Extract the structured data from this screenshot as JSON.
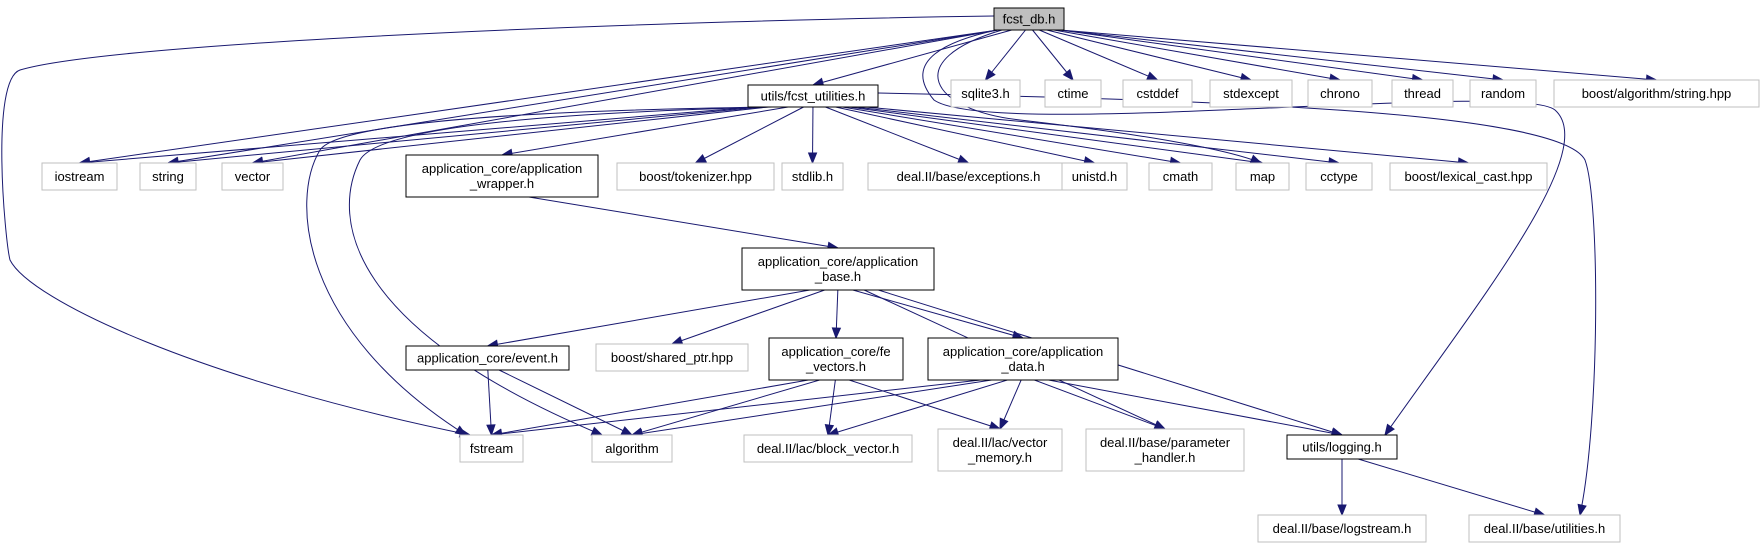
{
  "diagram": {
    "nodes": [
      {
        "id": "fcst_db",
        "lines": [
          "fcst_db.h"
        ],
        "style": "root"
      },
      {
        "id": "fcst_utilities",
        "lines": [
          "utils/fcst_utilities.h"
        ],
        "style": "documented"
      },
      {
        "id": "sqlite3",
        "lines": [
          "sqlite3.h"
        ],
        "style": "external"
      },
      {
        "id": "ctime",
        "lines": [
          "ctime"
        ],
        "style": "external"
      },
      {
        "id": "cstddef",
        "lines": [
          "cstddef"
        ],
        "style": "external"
      },
      {
        "id": "stdexcept",
        "lines": [
          "stdexcept"
        ],
        "style": "external"
      },
      {
        "id": "chrono",
        "lines": [
          "chrono"
        ],
        "style": "external"
      },
      {
        "id": "thread",
        "lines": [
          "thread"
        ],
        "style": "external"
      },
      {
        "id": "random",
        "lines": [
          "random"
        ],
        "style": "external"
      },
      {
        "id": "boost_algorithm_string",
        "lines": [
          "boost/algorithm/string.hpp"
        ],
        "style": "external"
      },
      {
        "id": "iostream",
        "lines": [
          "iostream"
        ],
        "style": "external"
      },
      {
        "id": "string",
        "lines": [
          "string"
        ],
        "style": "external"
      },
      {
        "id": "vector",
        "lines": [
          "vector"
        ],
        "style": "external"
      },
      {
        "id": "app_wrapper",
        "lines": [
          "application_core/application",
          "_wrapper.h"
        ],
        "style": "documented"
      },
      {
        "id": "boost_tokenizer",
        "lines": [
          "boost/tokenizer.hpp"
        ],
        "style": "external"
      },
      {
        "id": "stdlib",
        "lines": [
          "stdlib.h"
        ],
        "style": "external"
      },
      {
        "id": "dealii_exceptions",
        "lines": [
          "deal.II/base/exceptions.h"
        ],
        "style": "external"
      },
      {
        "id": "unistd",
        "lines": [
          "unistd.h"
        ],
        "style": "external"
      },
      {
        "id": "cmath",
        "lines": [
          "cmath"
        ],
        "style": "external"
      },
      {
        "id": "map",
        "lines": [
          "map"
        ],
        "style": "external"
      },
      {
        "id": "cctype",
        "lines": [
          "cctype"
        ],
        "style": "external"
      },
      {
        "id": "boost_lexical_cast",
        "lines": [
          "boost/lexical_cast.hpp"
        ],
        "style": "external"
      },
      {
        "id": "app_base",
        "lines": [
          "application_core/application",
          "_base.h"
        ],
        "style": "documented"
      },
      {
        "id": "event",
        "lines": [
          "application_core/event.h"
        ],
        "style": "documented"
      },
      {
        "id": "boost_shared_ptr",
        "lines": [
          "boost/shared_ptr.hpp"
        ],
        "style": "external"
      },
      {
        "id": "fe_vectors",
        "lines": [
          "application_core/fe",
          "_vectors.h"
        ],
        "style": "documented"
      },
      {
        "id": "app_data",
        "lines": [
          "application_core/application",
          "_data.h"
        ],
        "style": "documented"
      },
      {
        "id": "fstream",
        "lines": [
          "fstream"
        ],
        "style": "external"
      },
      {
        "id": "algorithm",
        "lines": [
          "algorithm"
        ],
        "style": "external"
      },
      {
        "id": "block_vector",
        "lines": [
          "deal.II/lac/block_vector.h"
        ],
        "style": "external"
      },
      {
        "id": "vector_memory",
        "lines": [
          "deal.II/lac/vector",
          "_memory.h"
        ],
        "style": "external"
      },
      {
        "id": "parameter_handler",
        "lines": [
          "deal.II/base/parameter",
          "_handler.h"
        ],
        "style": "external"
      },
      {
        "id": "logging",
        "lines": [
          "utils/logging.h"
        ],
        "style": "documented"
      },
      {
        "id": "logstream",
        "lines": [
          "deal.II/base/logstream.h"
        ],
        "style": "external"
      },
      {
        "id": "utilities",
        "lines": [
          "deal.II/base/utilities.h"
        ],
        "style": "external"
      }
    ],
    "edges": [
      {
        "from": "fcst_db",
        "to": "fcst_utilities"
      },
      {
        "from": "fcst_db",
        "to": "sqlite3"
      },
      {
        "from": "fcst_db",
        "to": "ctime"
      },
      {
        "from": "fcst_db",
        "to": "cstddef"
      },
      {
        "from": "fcst_db",
        "to": "stdexcept"
      },
      {
        "from": "fcst_db",
        "to": "chrono"
      },
      {
        "from": "fcst_db",
        "to": "thread"
      },
      {
        "from": "fcst_db",
        "to": "random"
      },
      {
        "from": "fcst_db",
        "to": "boost_algorithm_string"
      },
      {
        "from": "fcst_db",
        "to": "iostream"
      },
      {
        "from": "fcst_db",
        "to": "string"
      },
      {
        "from": "fcst_db",
        "to": "vector"
      },
      {
        "from": "fcst_db",
        "to": "fstream"
      },
      {
        "from": "fcst_db",
        "to": "logging"
      },
      {
        "from": "fcst_db",
        "to": "map"
      },
      {
        "from": "fcst_utilities",
        "to": "iostream"
      },
      {
        "from": "fcst_utilities",
        "to": "string"
      },
      {
        "from": "fcst_utilities",
        "to": "vector"
      },
      {
        "from": "fcst_utilities",
        "to": "app_wrapper"
      },
      {
        "from": "fcst_utilities",
        "to": "boost_tokenizer"
      },
      {
        "from": "fcst_utilities",
        "to": "stdlib"
      },
      {
        "from": "fcst_utilities",
        "to": "dealii_exceptions"
      },
      {
        "from": "fcst_utilities",
        "to": "unistd"
      },
      {
        "from": "fcst_utilities",
        "to": "cmath"
      },
      {
        "from": "fcst_utilities",
        "to": "map"
      },
      {
        "from": "fcst_utilities",
        "to": "cctype"
      },
      {
        "from": "fcst_utilities",
        "to": "boost_lexical_cast"
      },
      {
        "from": "fcst_utilities",
        "to": "fstream"
      },
      {
        "from": "fcst_utilities",
        "to": "algorithm"
      },
      {
        "from": "fcst_utilities",
        "to": "utilities"
      },
      {
        "from": "app_wrapper",
        "to": "app_base"
      },
      {
        "from": "app_base",
        "to": "event"
      },
      {
        "from": "app_base",
        "to": "boost_shared_ptr"
      },
      {
        "from": "app_base",
        "to": "fe_vectors"
      },
      {
        "from": "app_base",
        "to": "app_data"
      },
      {
        "from": "app_base",
        "to": "parameter_handler"
      },
      {
        "from": "app_base",
        "to": "logging"
      },
      {
        "from": "event",
        "to": "fstream"
      },
      {
        "from": "event",
        "to": "algorithm"
      },
      {
        "from": "fe_vectors",
        "to": "fstream"
      },
      {
        "from": "fe_vectors",
        "to": "algorithm"
      },
      {
        "from": "fe_vectors",
        "to": "block_vector"
      },
      {
        "from": "fe_vectors",
        "to": "vector_memory"
      },
      {
        "from": "app_data",
        "to": "fstream"
      },
      {
        "from": "app_data",
        "to": "algorithm"
      },
      {
        "from": "app_data",
        "to": "block_vector"
      },
      {
        "from": "app_data",
        "to": "vector_memory"
      },
      {
        "from": "app_data",
        "to": "parameter_handler"
      },
      {
        "from": "app_data",
        "to": "logging"
      },
      {
        "from": "logging",
        "to": "logstream"
      },
      {
        "from": "logging",
        "to": "utilities"
      }
    ],
    "colors": {
      "edge": "#191970",
      "root_fill": "#bfbfbf",
      "root_border": "#000000",
      "documented_border": "#000000",
      "external_border": "#bfbfbf",
      "node_fill": "#ffffff"
    }
  }
}
